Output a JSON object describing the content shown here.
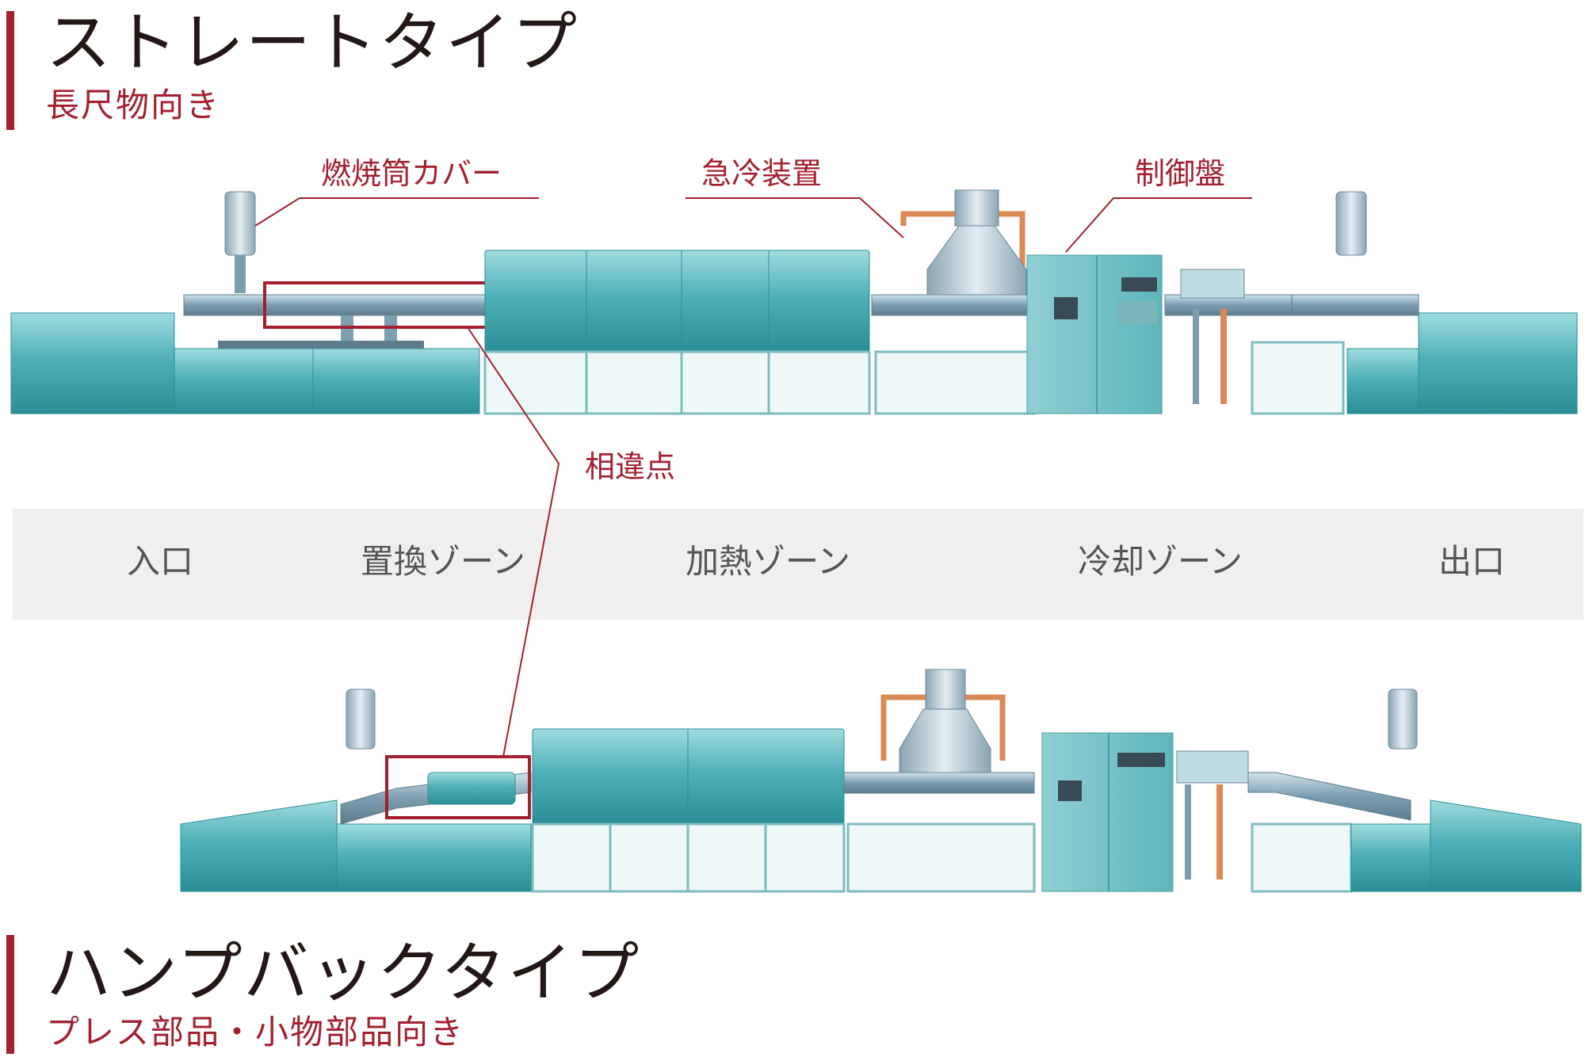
{
  "straight": {
    "title": "ストレートタイプ",
    "subtitle": "長尺物向き",
    "labels": {
      "burner_cover": "燃焼筒カバー",
      "quench": "急冷装置",
      "control_panel": "制御盤"
    }
  },
  "difference_label": "相違点",
  "zones": [
    "入口",
    "置換ゾーン",
    "加熱ゾーン",
    "冷却ゾーン",
    "出口"
  ],
  "humpback": {
    "title": "ハンプバックタイプ",
    "subtitle": "プレス部品・小物部品向き"
  },
  "colors": {
    "accent": "#a3202f",
    "machine_body": "#3fa3ab",
    "machine_light": "#8fd3d6",
    "frame": "#7fbcc0",
    "pipe": "#d98a55"
  }
}
